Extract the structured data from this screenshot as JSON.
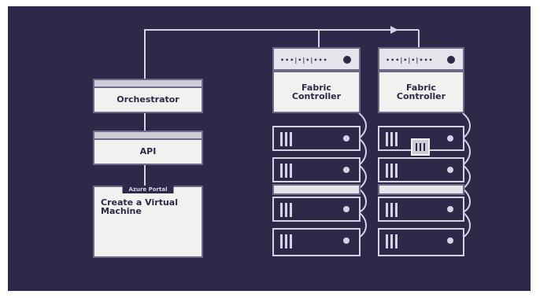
{
  "orchestrator": {
    "label": "Orchestrator"
  },
  "api": {
    "label": "API"
  },
  "portal": {
    "tab_label": "Azure Portal",
    "action_text": "Create a Virtual Machine"
  },
  "racks": [
    {
      "header_dots": "•••|•|•|•••",
      "controller": {
        "line1": "Fabric",
        "line2": "Controller"
      },
      "server_count": 4,
      "has_vm": false
    },
    {
      "header_dots": "•••|•|•|•••",
      "controller": {
        "line1": "Fabric",
        "line2": "Controller"
      },
      "server_count": 4,
      "has_vm": true
    }
  ],
  "colors": {
    "background": "#2f2848",
    "box_fill": "#f3f1ef",
    "outline": "#6f6887",
    "light_accent": "#d6d2e6"
  }
}
